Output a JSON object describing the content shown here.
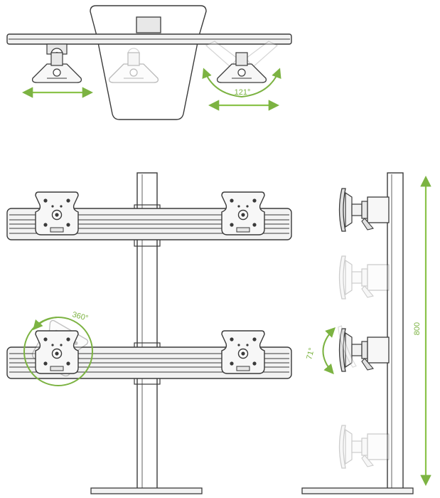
{
  "annotations": {
    "swivel_angle": "121°",
    "rotation_angle": "360°",
    "tilt_angle": "71°",
    "height_dimension": "800"
  },
  "colors": {
    "line": "#3a3a3a",
    "fill_light": "#f2f2f2",
    "fill_mid": "#d9d9d9",
    "ghost": "#cfcfcf",
    "accent_green": "#7cb342",
    "arrow_green": "#8bc34a"
  },
  "icons": {
    "arrow": "double-headed-arrow",
    "rotation": "circular-arrow"
  }
}
